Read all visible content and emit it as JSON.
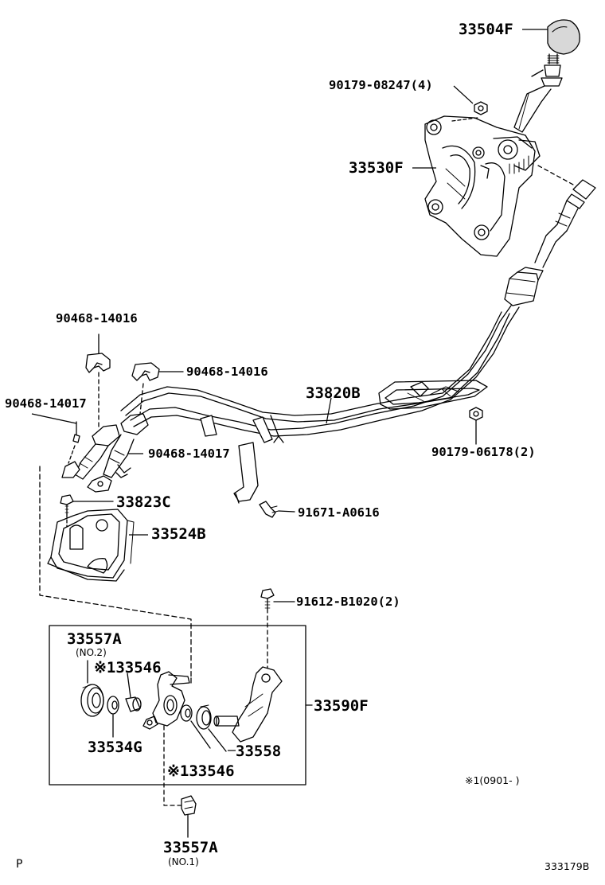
{
  "labels": {
    "knob": "33504F",
    "shift_lever": "33530F",
    "nut_top": "90179-08247(4)",
    "clip_a": "90468-14016",
    "clip_b": "90468-14016",
    "clamp_a": "90468-14017",
    "clamp_b": "90468-14017",
    "cable": "33820B",
    "nut_right": "90179-06178(2)",
    "bolt_cable": "91671-A0616",
    "bolt_bracket_small": "33823C",
    "bracket": "33524B",
    "bolt_lower": "91612-B1020(2)",
    "bushing_top": "33557A",
    "bushing_top_note": "(NO.2)",
    "mark_upper": "※133546",
    "kit": "33590F",
    "washer": "33534G",
    "collar": "33558",
    "mark_lower": "※133546",
    "date_note": "※1(0901-      )",
    "bushing_bottom": "33557A",
    "bushing_bottom_note": "(NO.1)",
    "corner_left": "P",
    "figure_code": "333179B"
  }
}
